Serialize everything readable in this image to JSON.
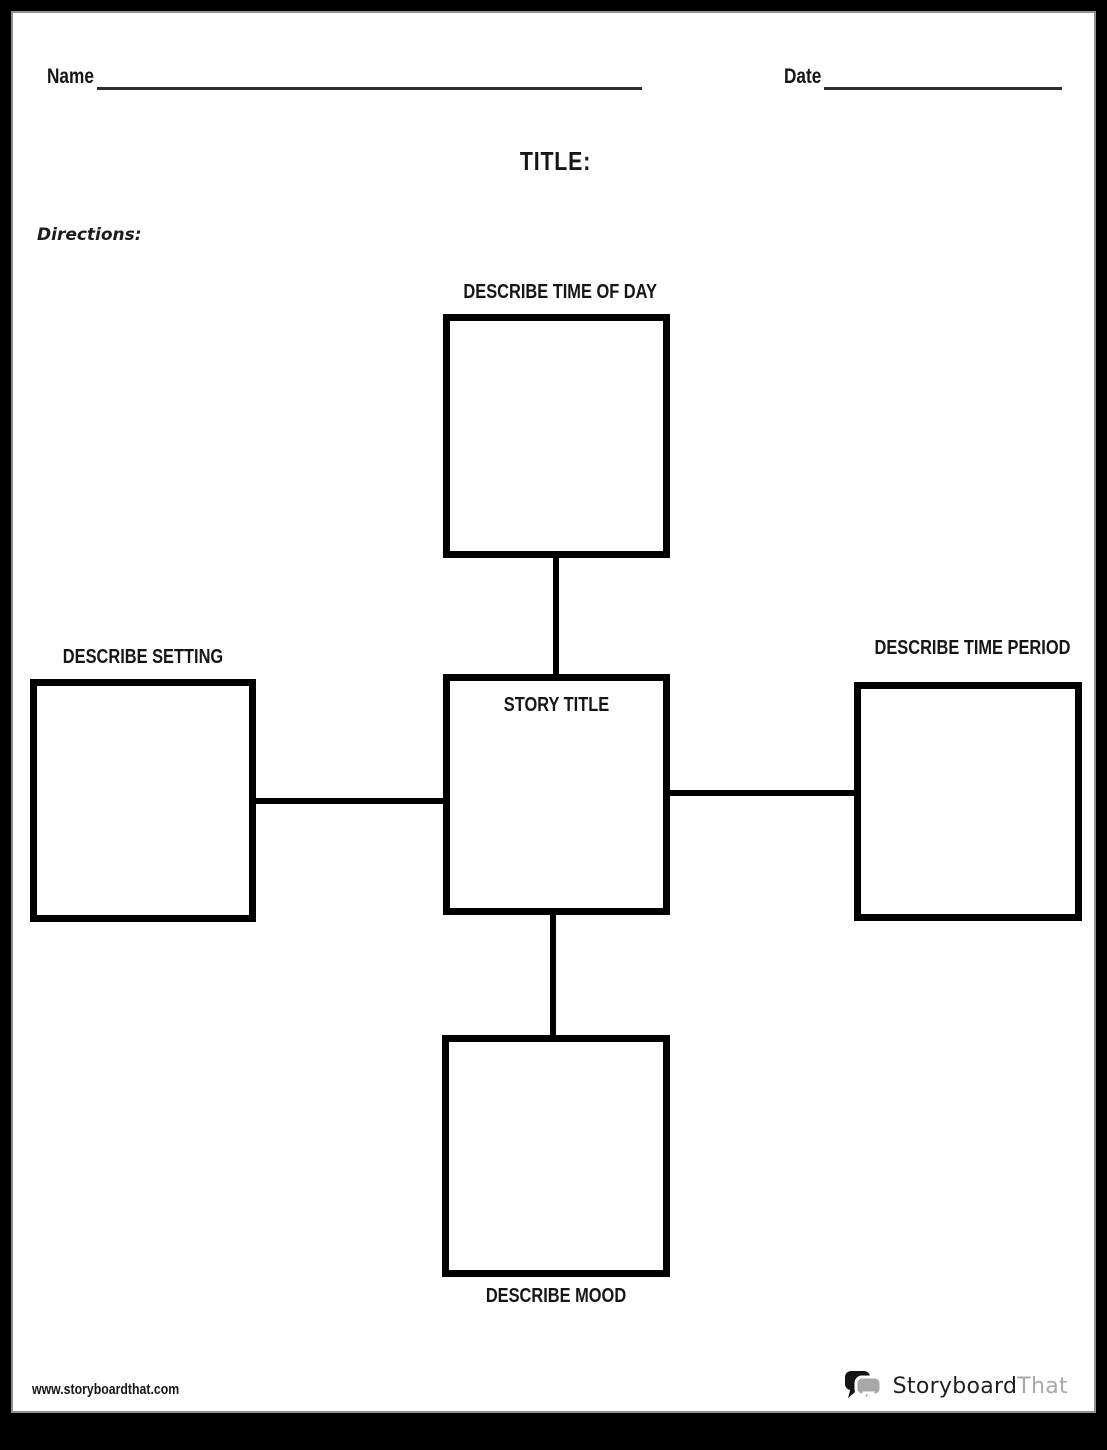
{
  "header": {
    "name_label": "Name",
    "date_label": "Date",
    "title_label": "TITLE:",
    "directions_label": "Directions:"
  },
  "diagram": {
    "center": {
      "label": "STORY TITLE"
    },
    "top": {
      "label": "DESCRIBE TIME OF DAY"
    },
    "right": {
      "label": "DESCRIBE TIME PERIOD"
    },
    "bottom": {
      "label": "DESCRIBE MOOD"
    },
    "left": {
      "label": "DESCRIBE SETTING"
    }
  },
  "footer": {
    "url": "www.storyboardthat.com",
    "brand_primary": "Storyboard",
    "brand_secondary": "That"
  },
  "colors": {
    "ink": "#161616",
    "line": "#000000",
    "brand_gray": "#a8a8a8",
    "frame": "#000000"
  }
}
